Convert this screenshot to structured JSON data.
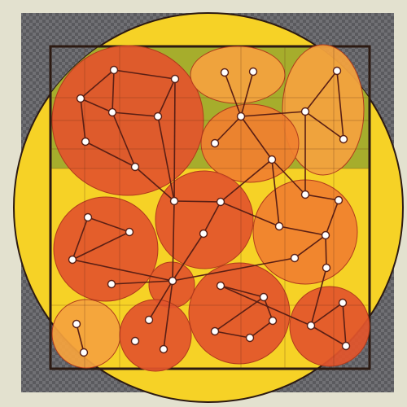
{
  "diagram": {
    "colors": {
      "paper": "#e3e1cf",
      "frame_dark": "#5a5a5e",
      "frame_light": "#76767a",
      "big_circle": "#f6d226",
      "band_green": "#a6ad2c",
      "region_red": "#e2552c",
      "region_orange": "#f0802f",
      "region_light": "#f4a23e",
      "line": "#5a1f14",
      "node_fill": "#ffffff"
    },
    "regions": [
      {
        "id": "top-left",
        "shade": "red"
      },
      {
        "id": "top-middle",
        "shade": "light"
      },
      {
        "id": "top-right",
        "shade": "light"
      },
      {
        "id": "upper-center",
        "shade": "orange"
      },
      {
        "id": "middle-left",
        "shade": "red"
      },
      {
        "id": "middle-center",
        "shade": "red"
      },
      {
        "id": "middle-right",
        "shade": "orange"
      },
      {
        "id": "hub",
        "shade": "red"
      },
      {
        "id": "bottom-left",
        "shade": "light"
      },
      {
        "id": "bottom-left-2",
        "shade": "red"
      },
      {
        "id": "bottom-center",
        "shade": "red"
      },
      {
        "id": "bottom-right",
        "shade": "red"
      }
    ],
    "node_count": 42,
    "edge_count": 53
  }
}
